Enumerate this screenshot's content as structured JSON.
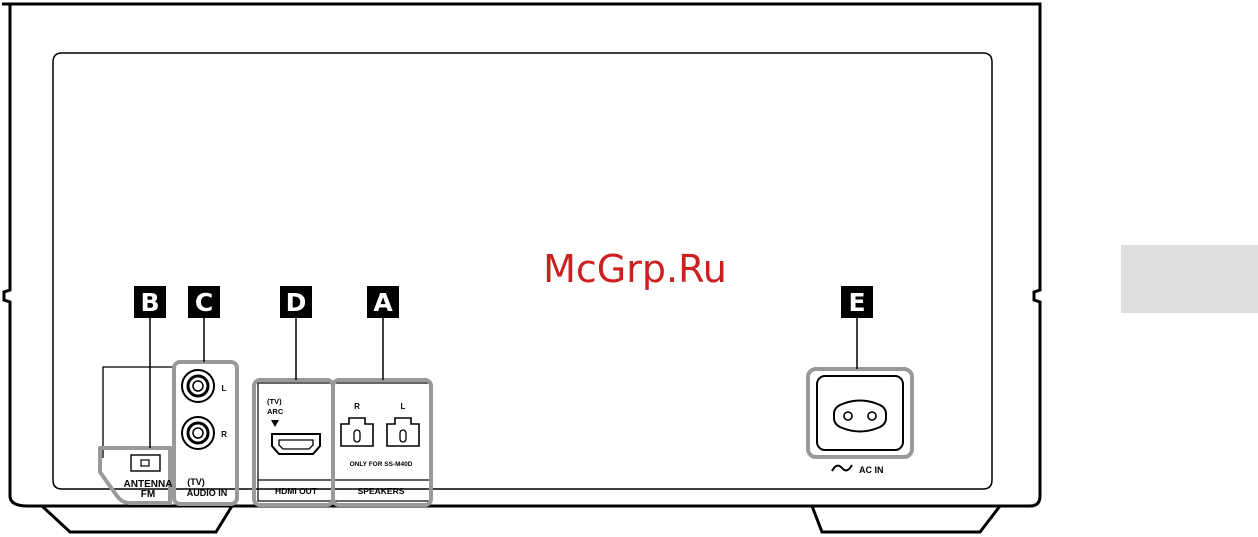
{
  "watermark": "McGrp.Ru",
  "callouts": {
    "a": "A",
    "b": "B",
    "c": "C",
    "d": "D",
    "e": "E"
  },
  "antenna": {
    "label_line1": "ANTENNA",
    "label_line2": "FM"
  },
  "audio_in": {
    "left_label": "L",
    "right_label": "R",
    "label_line1": "(TV)",
    "label_line2": "AUDIO IN"
  },
  "hdmi": {
    "label_tv": "(TV)",
    "label_arc": "ARC",
    "label_bottom": "HDMI OUT"
  },
  "speakers": {
    "r_label": "R",
    "l_label": "L",
    "note": "ONLY FOR SS-M40D",
    "label_bottom": "SPEAKERS"
  },
  "ac_in": {
    "label": "AC IN"
  }
}
